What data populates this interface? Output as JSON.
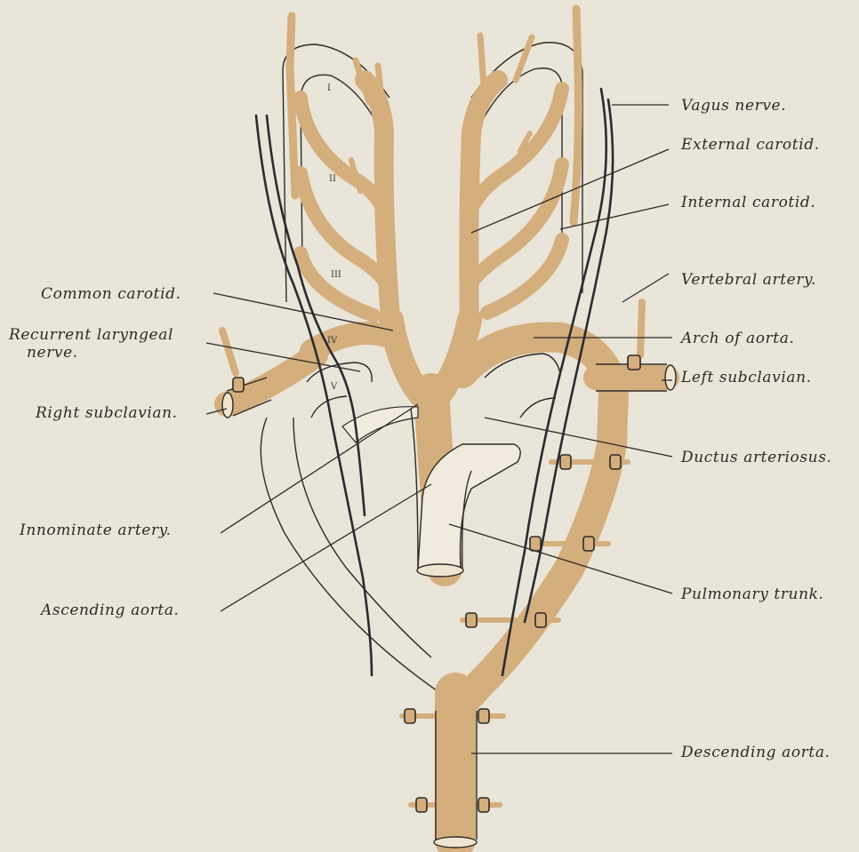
{
  "labels": {
    "vagus": "Vagus nerve.",
    "external_carotid": "External carotid.",
    "internal_carotid": "Internal carotid.",
    "vertebral": "Vertebral artery.",
    "common_carotid": "Common carotid.",
    "recurrent_line1": "Recurrent laryngeal",
    "recurrent_line2": "nerve.",
    "arch": "Arch of aorta.",
    "left_subclavian": "Left subclavian.",
    "right_subclavian": "Right subclavian.",
    "ductus": "Ductus arteriosus.",
    "innominate": "Innominate artery.",
    "ascending": "Ascending aorta.",
    "pulmonary": "Pulmonary trunk.",
    "descending": "Descending aorta."
  },
  "arch_numerals": [
    "I",
    "II",
    "III",
    "IV",
    "V"
  ],
  "colors": {
    "background": "#e9e5d8",
    "vessel": "#d5ae7d",
    "ink": "#2c2a26"
  }
}
